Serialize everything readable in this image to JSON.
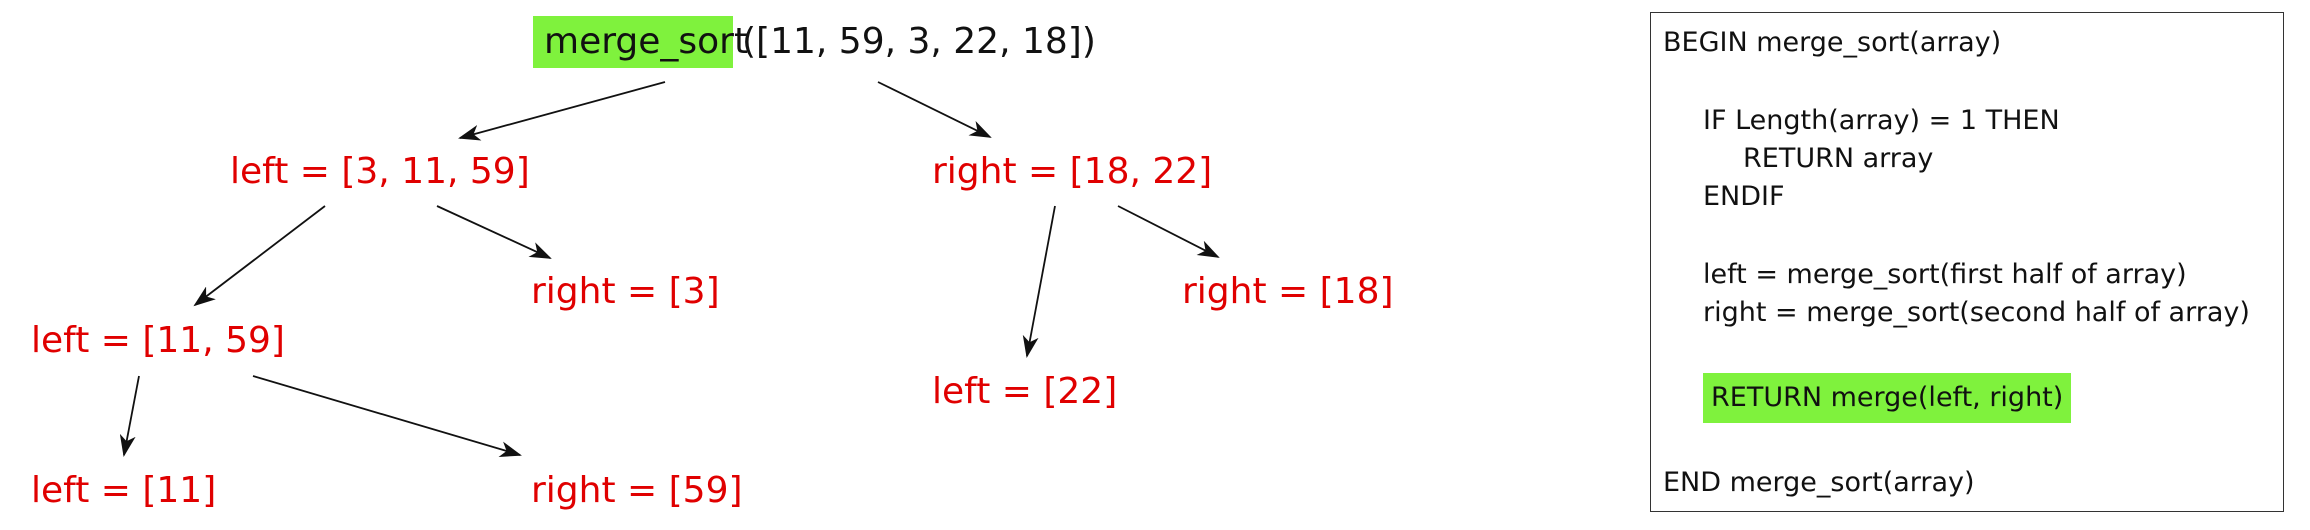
{
  "diagram": {
    "root": {
      "call": "merge_sort",
      "args": "([11, 59, 3, 22, 18])",
      "highlight_color": "#7ff23d"
    },
    "nodes": {
      "left_1": "left = [3, 11, 59]",
      "right_1": "right = [18, 22]",
      "left_2": "left = [11, 59]",
      "right_2": "right = [3]",
      "left_3": "left = [11]",
      "right_3": "right = [59]",
      "left_4": "left = [22]",
      "right_4": "right = [18]"
    },
    "node_color": "#e00000"
  },
  "pseudocode": {
    "lines": [
      "BEGIN merge_sort(array)",
      "IF Length(array) = 1 THEN",
      "RETURN array",
      "ENDIF",
      "left = merge_sort(first half of array)",
      "right = merge_sort(second half of array)",
      "RETURN merge(left, right)",
      "END merge_sort(array)"
    ],
    "highlighted_line": "RETURN merge(left, right)",
    "highlight_color": "#7ff23d"
  }
}
